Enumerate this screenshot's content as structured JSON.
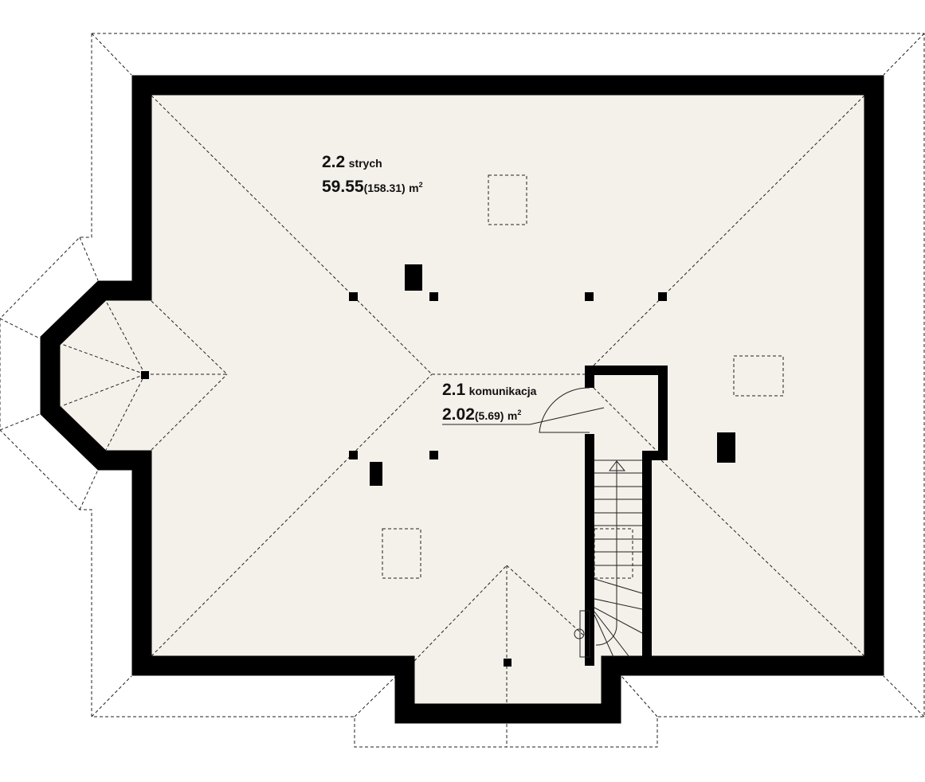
{
  "rooms": [
    {
      "number": "2.2",
      "name": "strych",
      "area": "59.55",
      "area_total": "(158.31)",
      "unit": "m",
      "unit_exp": "2"
    },
    {
      "number": "2.1",
      "name": "komunikacja",
      "area": "2.02",
      "area_total": "(5.69)",
      "unit": "m",
      "unit_exp": "2"
    }
  ],
  "colors": {
    "floor": "#f4f0ea",
    "wall": "#000000",
    "line": "#222222"
  }
}
